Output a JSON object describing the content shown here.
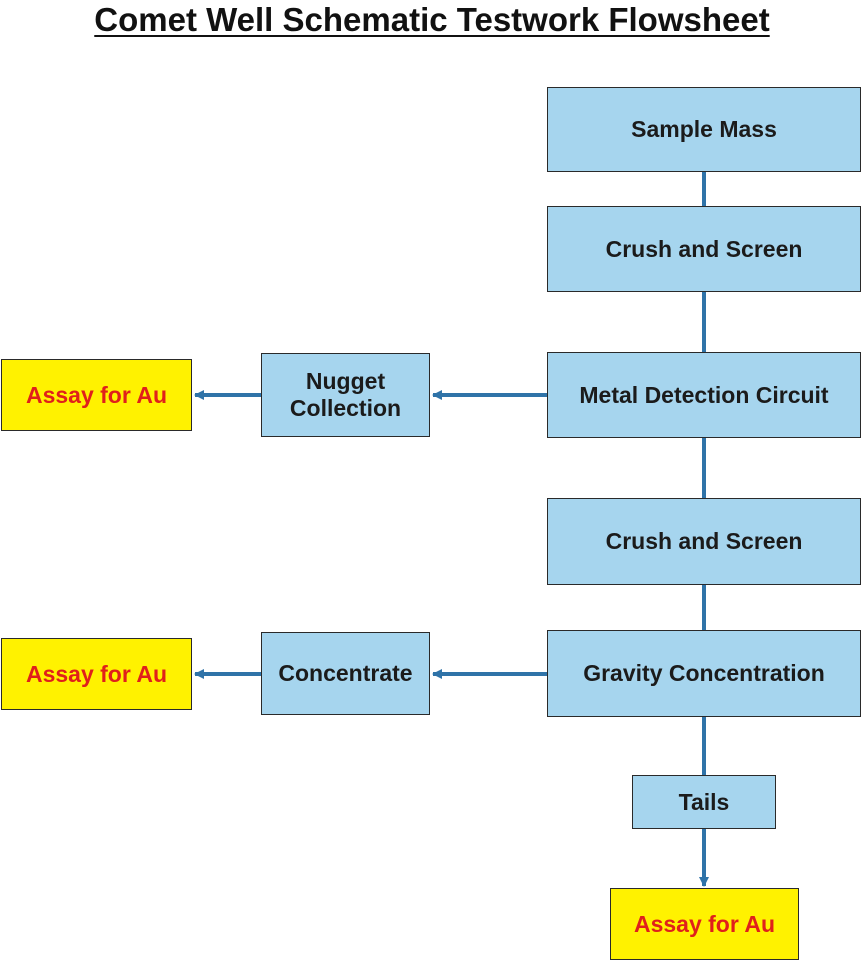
{
  "title": "Comet Well Schematic Testwork Flowsheet",
  "colors": {
    "process_fill": "#a6d5ee",
    "assay_fill": "#fff200",
    "assay_text": "#e0201b",
    "connector": "#2f73a8"
  },
  "nodes": {
    "sample_mass": "Sample Mass",
    "crush_screen_1": "Crush and Screen",
    "metal_detection": "Metal Detection Circuit",
    "nugget_collection_line1": "Nugget",
    "nugget_collection_line2": "Collection",
    "assay_1": "Assay for Au",
    "crush_screen_2": "Crush and Screen",
    "gravity_concentration": "Gravity Concentration",
    "concentrate": "Concentrate",
    "assay_2": "Assay for Au",
    "tails": "Tails",
    "assay_3": "Assay for Au"
  }
}
